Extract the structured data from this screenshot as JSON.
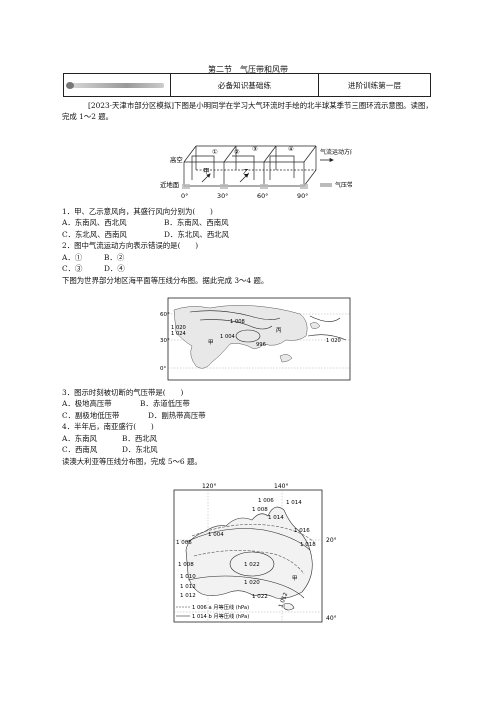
{
  "header": {
    "section_title": "第二节　气压带和风带",
    "banner_mid": "必备知识基础练",
    "banner_right": "进阶训练第一层"
  },
  "intro1": "[2023·天津市部分区模拟]下图是小明同学在学习大气环流时手绘的北半球某季节三圈环流示意图。读图，完成 1～2 题。",
  "fig1": {
    "label_high": "高空",
    "label_low": "近地面",
    "circle1": "①",
    "circle2": "②",
    "circle3": "③",
    "circle4": "④",
    "jia": "甲",
    "yi": "乙",
    "lat0": "0°",
    "lat30": "30°",
    "lat60": "60°",
    "lat90": "90°",
    "legend_flow": "气流运动方向",
    "legend_belt": "气压带"
  },
  "q1": {
    "stem": "1．甲、乙示意风向，其盛行风向分别为(　　)",
    "a": "A．东南风、西北风",
    "b": "B．东南风、西南风",
    "c": "C．东北风、西南风",
    "d": "D．东北风、西北风"
  },
  "q2": {
    "stem": "2．图中气流运动方向表示错误的是(　　)",
    "a": "A．①",
    "b": "B．②",
    "c": "C．③",
    "d": "D．④"
  },
  "intro2": "下图为世界部分地区海平面等压线分布图。据此完成 3～4 题。",
  "fig2": {
    "lat60": "60°",
    "lat30": "30°",
    "lat0": "0°",
    "iso_1020a": "1 020",
    "iso_1024": "1 024",
    "iso_1008": "1 008",
    "iso_1004": "1 004",
    "iso_996": "996",
    "iso_1020b": "1 020",
    "jia": "甲",
    "xi": "丙"
  },
  "q3": {
    "stem": "3．图示时刻被切断的气压带是(　　)",
    "a": "A．极地高压带",
    "b": "B．赤道低压带",
    "c": "C．副极地低压带",
    "d": "D．副热带高压带"
  },
  "q4": {
    "stem": "4．半年后，南亚盛行(　　)",
    "a": "A．东南风",
    "b": "B．西北风",
    "c": "C．西南风",
    "d": "D．东北风"
  },
  "intro3": "读澳大利亚等压线分布图，完成 5～6 题。",
  "fig3": {
    "lon120": "120°",
    "lon140": "140°",
    "lat20": "20°",
    "lat40": "40°",
    "i1006a": "1 006",
    "i1008a": "1 008",
    "i1014a": "1 014",
    "i1014b": "1 014",
    "i1016": "1 016",
    "i1018": "1 018",
    "i1006b": "1 006",
    "i1004": "1 004",
    "i1008b": "1 008",
    "i1022a": "1 022",
    "i1020": "1 020",
    "i1010": "1 010",
    "i1012a": "1 012",
    "i1012b": "1 012",
    "i1022b": "1 022",
    "i1012c": "1 012",
    "jia": "甲",
    "legend_a": "1 006 a 月等压线 (hPa)",
    "legend_b": "1 014 b 月等压线 (hPa)"
  }
}
